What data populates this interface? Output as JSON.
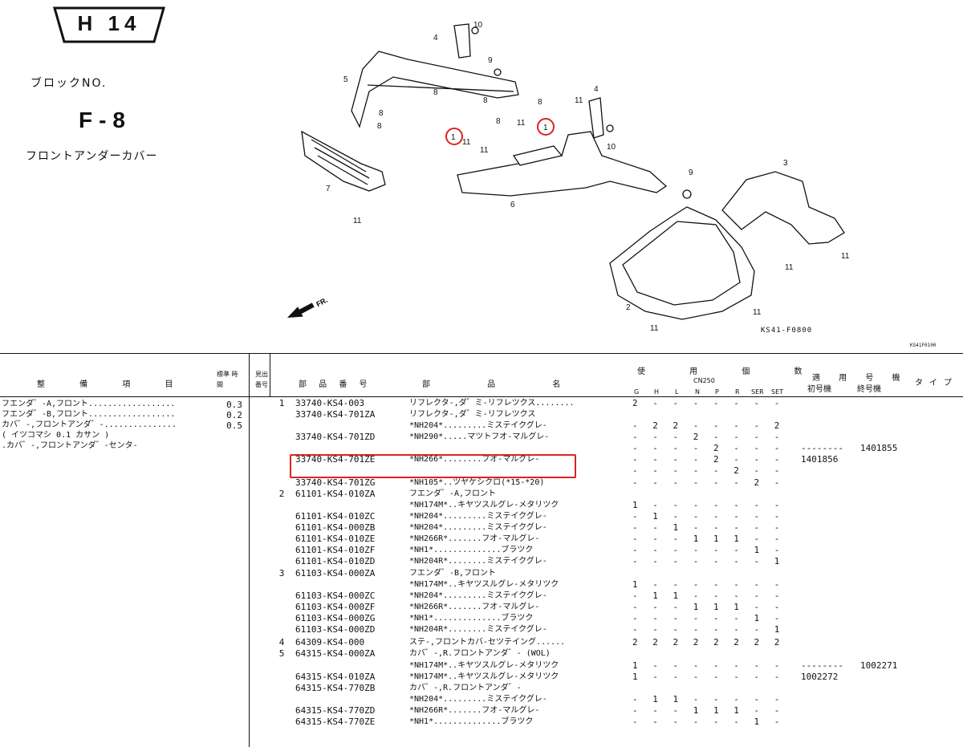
{
  "header": {
    "page_code": "H 14",
    "block_label": "ブロックNO.",
    "block_no": "F-8",
    "block_name": "フロントアンダーカバー"
  },
  "diagram": {
    "figure_code": "KS41-F0800",
    "figure_code_small": "KS41F0100",
    "direction_label": "FR.",
    "callouts": [
      "1",
      "1",
      "2",
      "3",
      "4",
      "4",
      "5",
      "6",
      "7",
      "8",
      "8",
      "8",
      "8",
      "8",
      "8",
      "9",
      "9",
      "10",
      "10",
      "11",
      "11",
      "11",
      "11",
      "11",
      "11",
      "11",
      "11",
      "11"
    ],
    "highlight_color": "#d22222"
  },
  "table": {
    "headers": {
      "work_item": "整 備 項 目",
      "std_time": "標準 時間",
      "ref_no": "見出 番号",
      "part_no": "部 品 番 号",
      "part_name": "部 品 名",
      "usage": "使 用 個 数",
      "usage_sub": "CN250",
      "usage_cols": [
        "G",
        "H",
        "L",
        "N",
        "P",
        "R",
        "SER",
        "SET"
      ],
      "applicable": "適 用 号 機",
      "first_no": "初号機",
      "last_no": "終号機",
      "type": "タイプ"
    },
    "work_items": [
      {
        "label": "フエンダ゛-A,フロント..................",
        "time": "0.3"
      },
      {
        "label": "フエンダ゛-B,フロント..................",
        "time": "0.2"
      },
      {
        "label": "カバ゛-,フロントアンダ゛-...............",
        "time": "0.5"
      },
      {
        "label": "( イツコマシ 0.1 カサン )",
        "time": ""
      },
      {
        "label": ".カバ゛-,フロントアンダ゛-センタ-",
        "time": ""
      }
    ],
    "rows": [
      {
        "ref": "1",
        "part": "33740-KS4-003",
        "name": "リフレクタ-,ダ゛ミ-リフレツクス........",
        "use": "2 - - - - - - -",
        "first": "",
        "last": ""
      },
      {
        "ref": "",
        "part": "33740-KS4-701ZA",
        "name": "リフレクタ-,ダ゛ミ-リフレツクス",
        "use": "",
        "first": "",
        "last": ""
      },
      {
        "ref": "",
        "part": "",
        "name": "*NH204*.........ミステイクグレ-",
        "use": "- 2 2 - - - - 2",
        "first": "",
        "last": ""
      },
      {
        "ref": "",
        "part": "33740-KS4-701ZD",
        "name": "*NH290*.....マツトフオ-マルグレ-",
        "use": "- - - 2 - - - -",
        "first": "",
        "last": ""
      },
      {
        "ref": "",
        "part": "",
        "name": "",
        "use": "- - - - 2 - - -",
        "first": "--------",
        "last": "1401855"
      },
      {
        "ref": "",
        "part": "33740-KS4-701ZE",
        "name": "*NH266*........フオ-マルグレ-",
        "use": "- - - - 2 - - -",
        "first": "1401856",
        "last": ""
      },
      {
        "ref": "",
        "part": "",
        "name": "",
        "use": "- - - - - 2 - -",
        "first": "",
        "last": ""
      },
      {
        "ref": "",
        "part": "33740-KS4-701ZG",
        "name": "*NH105*..ツヤケシクロ(*15-*20)",
        "use": "- - - - - - 2 -",
        "first": "",
        "last": ""
      },
      {
        "ref": "2",
        "part": "61101-KS4-010ZA",
        "name": "フエンダ゛-A,フロント",
        "use": "",
        "first": "",
        "last": ""
      },
      {
        "ref": "",
        "part": "",
        "name": "*NH174M*..キヤツスルグレ-メタリツク",
        "use": "1 - - - - - - -",
        "first": "",
        "last": ""
      },
      {
        "ref": "",
        "part": "61101-KS4-010ZC",
        "name": "*NH204*.........ミステイクグレ-",
        "use": "- 1 - - - - - -",
        "first": "",
        "last": ""
      },
      {
        "ref": "",
        "part": "61101-KS4-000ZB",
        "name": "*NH204*.........ミステイクグレ-",
        "use": "- - 1 - - - - -",
        "first": "",
        "last": ""
      },
      {
        "ref": "",
        "part": "61101-KS4-010ZE",
        "name": "*NH266R*.......フオ-マルグレ-",
        "use": "- - - 1 1 1 - -",
        "first": "",
        "last": ""
      },
      {
        "ref": "",
        "part": "61101-KS4-010ZF",
        "name": "*NH1*..............ブラツク",
        "use": "- - - - - - 1 -",
        "first": "",
        "last": ""
      },
      {
        "ref": "",
        "part": "61101-KS4-010ZD",
        "name": "*NH204R*........ミステイクグレ-",
        "use": "- - - - - - - 1",
        "first": "",
        "last": ""
      },
      {
        "ref": "3",
        "part": "61103-KS4-000ZA",
        "name": "フエンダ゛-B,フロント",
        "use": "",
        "first": "",
        "last": ""
      },
      {
        "ref": "",
        "part": "",
        "name": "*NH174M*..キヤツスルグレ-メタリツク",
        "use": "1 - - - - - - -",
        "first": "",
        "last": ""
      },
      {
        "ref": "",
        "part": "61103-KS4-000ZC",
        "name": "*NH204*.........ミステイクグレ-",
        "use": "- 1 1 - - - - -",
        "first": "",
        "last": ""
      },
      {
        "ref": "",
        "part": "61103-KS4-000ZF",
        "name": "*NH266R*.......フオ-マルグレ-",
        "use": "- - - 1 1 1 - -",
        "first": "",
        "last": ""
      },
      {
        "ref": "",
        "part": "61103-KS4-000ZG",
        "name": "*NH1*..............ブラツク",
        "use": "- - - - - - 1 -",
        "first": "",
        "last": ""
      },
      {
        "ref": "",
        "part": "61103-KS4-000ZD",
        "name": "*NH204R*........ミステイクグレ-",
        "use": "- - - - - - - 1",
        "first": "",
        "last": ""
      },
      {
        "ref": "4",
        "part": "64309-KS4-000",
        "name": "ステ-,フロントカバ-セツテイング......",
        "use": "2 2 2 2 2 2 2 2",
        "first": "",
        "last": ""
      },
      {
        "ref": "5",
        "part": "64315-KS4-000ZA",
        "name": "カバ゛-,R.フロントアンダ゛- (WOL)",
        "use": "",
        "first": "",
        "last": ""
      },
      {
        "ref": "",
        "part": "",
        "name": "*NH174M*..キヤツスルグレ-メタリツク",
        "use": "1 - - - - - - -",
        "first": "--------",
        "last": "1002271"
      },
      {
        "ref": "",
        "part": "64315-KS4-010ZA",
        "name": "*NH174M*..キヤツスルグレ-メタリツク",
        "use": "1 - - - - - - -",
        "first": "1002272",
        "last": ""
      },
      {
        "ref": "",
        "part": "64315-KS4-770ZB",
        "name": "カバ゛-,R.フロントアンダ゛-",
        "use": "",
        "first": "",
        "last": ""
      },
      {
        "ref": "",
        "part": "",
        "name": "*NH204*.........ミステイクグレ-",
        "use": "- 1 1 - - - - -",
        "first": "",
        "last": ""
      },
      {
        "ref": "",
        "part": "64315-KS4-770ZD",
        "name": "*NH266R*.......フオ-マルグレ-",
        "use": "- - - 1 1 1 - -",
        "first": "",
        "last": ""
      },
      {
        "ref": "",
        "part": "64315-KS4-770ZE",
        "name": "*NH1*..............ブラツク",
        "use": "- - - - - - 1 -",
        "first": "",
        "last": ""
      }
    ]
  }
}
